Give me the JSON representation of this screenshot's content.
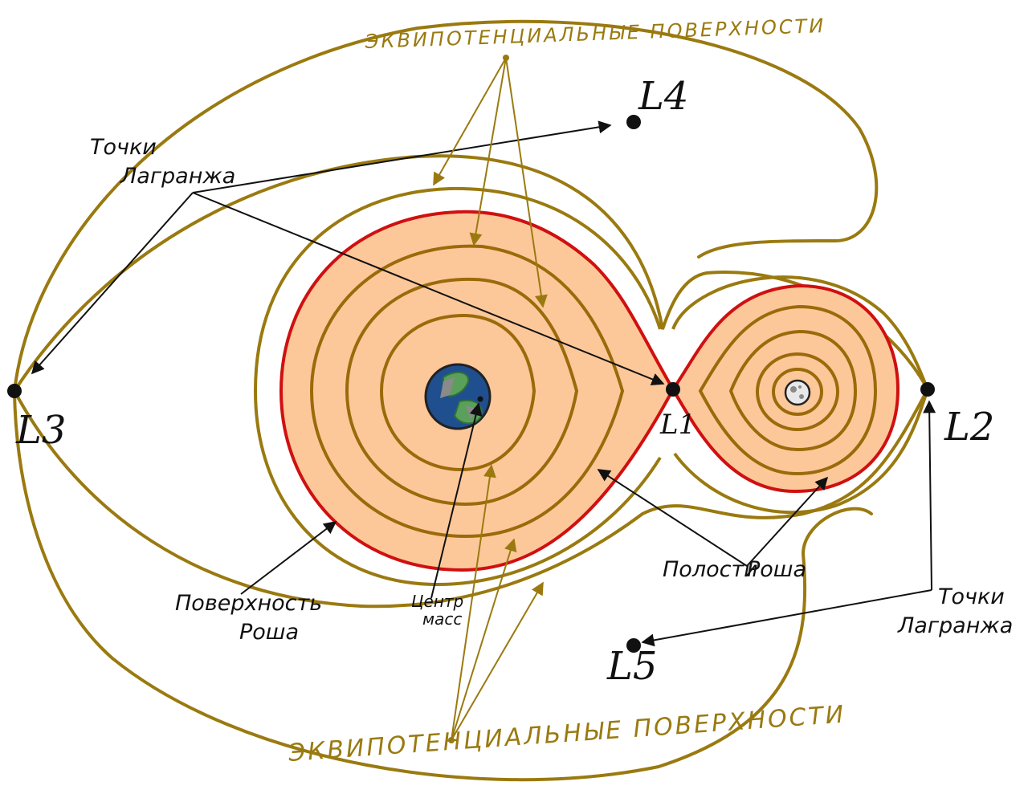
{
  "labels": {
    "equipotential_top": "ЭКВИПОТЕНЦИАЛЬНЫЕ ПОВЕРХНОСТИ",
    "equipotential_bottom": "ЭКВИПОТЕНЦИАЛЬНЫЕ ПОВЕРХНОСТИ",
    "lagrange_top_line1": "Точки",
    "lagrange_top_line2": "Лагранжа",
    "lagrange_bottom_line1": "Точки",
    "lagrange_bottom_line2": "Лагранжа",
    "roche_surface_line1": "Поверхность",
    "roche_surface_line2": "Роша",
    "roche_lobes_line1": "Полости",
    "roche_lobes_line2": "Роша",
    "center_of_mass_line1": "Центр",
    "center_of_mass_line2": "масс"
  },
  "points": {
    "L1": "L1",
    "L2": "L2",
    "L3": "L3",
    "L4": "L4",
    "L5": "L5"
  },
  "colors": {
    "equipotential": "#9a7a10",
    "roche_lobe_outline": "#d01010",
    "roche_lobe_fill": "#fcc89a",
    "inner_contours": "#9b6a0a",
    "earth_ocean": "#1f4f8f",
    "earth_land": "#5aa05a",
    "moon": "#e8e8e8",
    "point": "#111111"
  }
}
